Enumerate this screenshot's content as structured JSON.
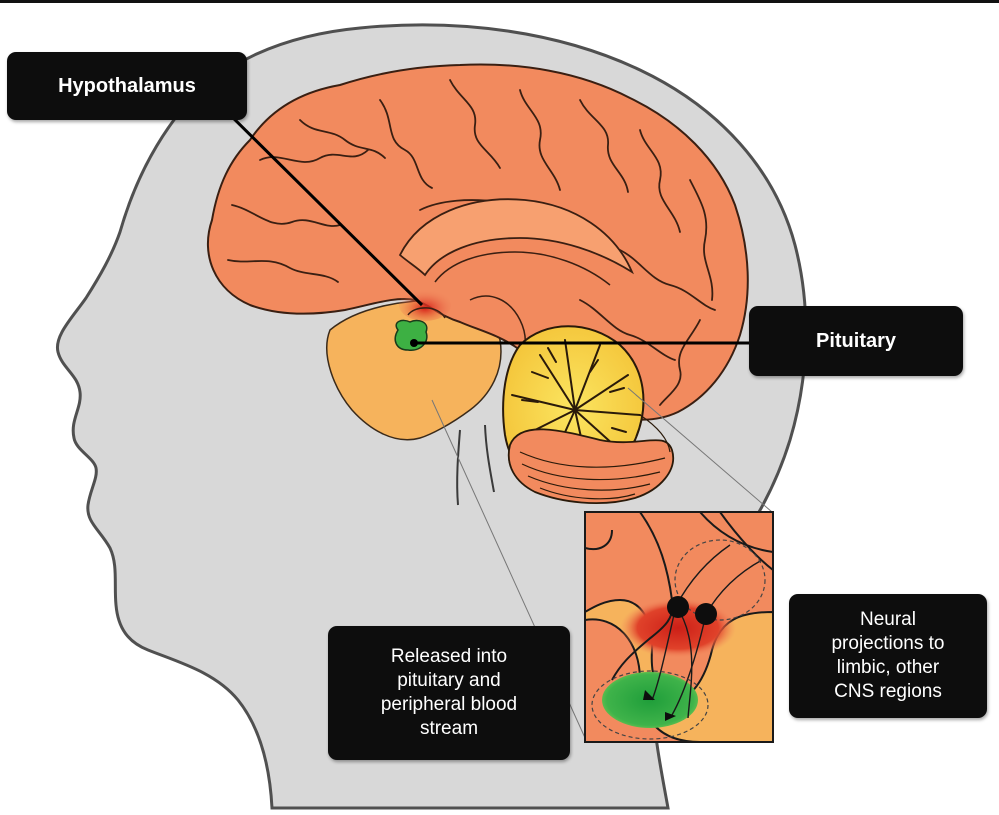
{
  "labels": {
    "hypothalamus": "Hypothalamus",
    "pituitary": "Pituitary",
    "released": "Released into\npituitary and\nperipheral blood\nstream",
    "neural": "Neural\nprojections to\nlimbic, other\nCNS regions"
  },
  "colors": {
    "head": "#d8d8d8",
    "cortex": "#f28a5e",
    "brainstem": "#f6b35c",
    "cerebellum": "#f7d13d",
    "hypothalamus": "#d9241c",
    "pituitary": "#3db043",
    "callout": "#0d0d0d"
  }
}
